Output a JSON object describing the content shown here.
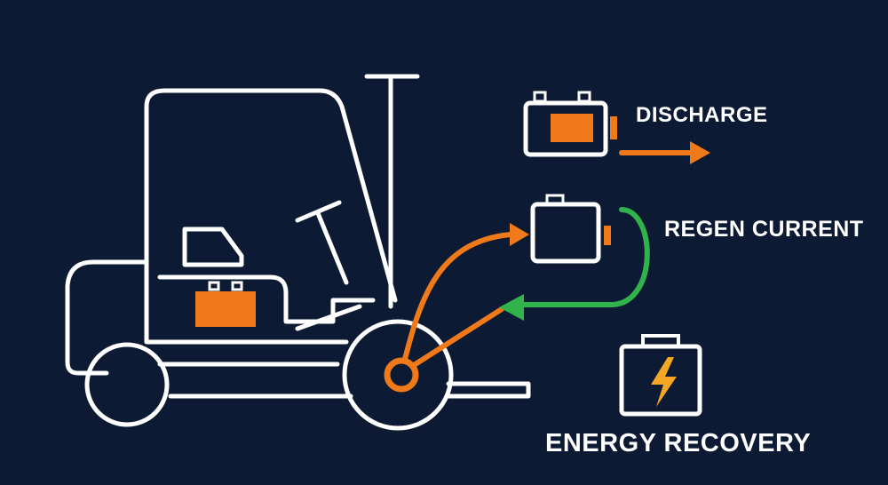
{
  "labels": {
    "discharge": "DISCHARGE",
    "regen": "REGEN CURRENT",
    "recovery": "ENERGY RECOVERY"
  },
  "colors": {
    "background": "#0d1a33",
    "outline": "#ffffff",
    "discharge_flow": "#f07a1a",
    "regen_flow": "#2fb34a",
    "battery_fill": "#f07a1a",
    "bolt": "#f5a623"
  },
  "icons": {
    "forklift": "forklift-icon",
    "battery_discharge": "battery-icon",
    "battery_regen": "battery-icon",
    "battery_recovery": "battery-bolt-icon"
  }
}
